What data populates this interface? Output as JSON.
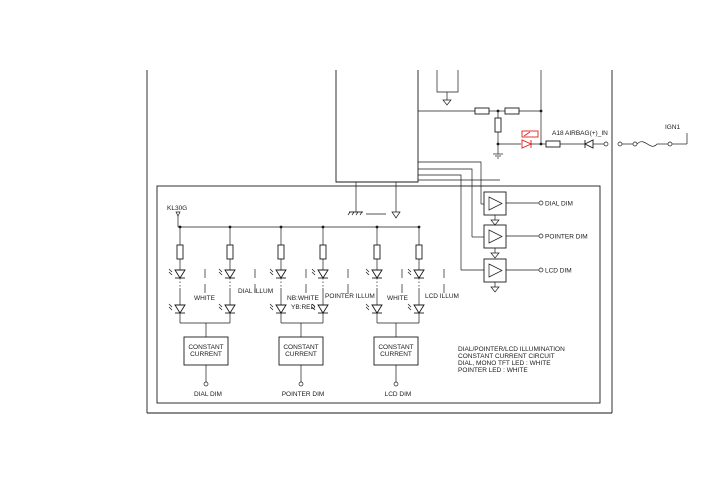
{
  "diagram": {
    "supply_label": "KL30G",
    "ign_label": "IGN1",
    "airbag_label": "A18 AIRBAG(+)_IN",
    "outputs": {
      "dial_dim": "DIAL DIM",
      "pointer_dim": "POINTER DIM",
      "lcd_dim": "LCD DIM"
    },
    "led_labels": {
      "white_1": "WHITE",
      "dial_illum": "DIAL ILLUM",
      "nb_white": "NB:WHITE",
      "yb_red": "YB:RED",
      "pointer_illum": "POINTER ILLUM",
      "white_2": "WHITE",
      "lcd_illum": "LCD ILLUM"
    },
    "constant_current": {
      "line1": "CONSTANT",
      "line2": "CURRENT"
    },
    "bottom_labels": {
      "dial_dim": "DIAL DIM",
      "pointer_dim": "POINTER DIM",
      "lcd_dim": "LCD DIM"
    },
    "notes": [
      "DIAL/POINTER/LCD ILLUMINATION",
      "CONSTANT CURRENT CIRCUIT",
      "DIAL, MONO TFT LED : WHITE",
      "POINTER LED : WHITE"
    ],
    "colors": {
      "wire": "#1a1a1a",
      "highlight_diode": "#e0201c"
    }
  }
}
